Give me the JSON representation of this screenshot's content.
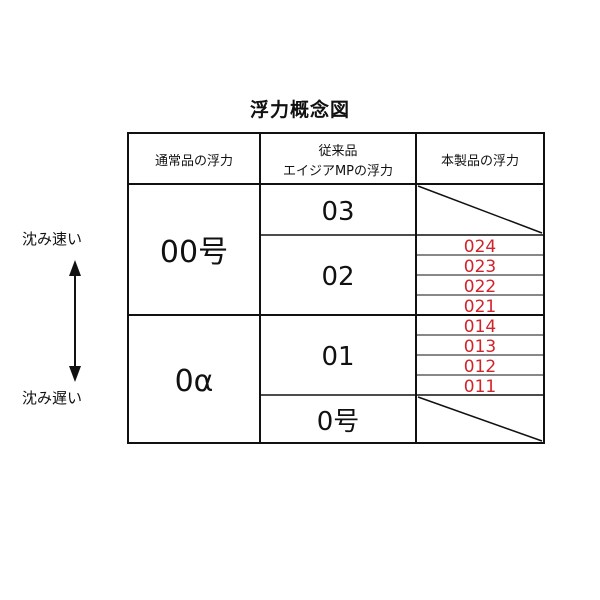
{
  "title": "浮力概念図",
  "headers": {
    "col1": "通常品の浮力",
    "col2_line1": "従来品",
    "col2_line2": "エイジアMPの浮力",
    "col3": "本製品の浮力"
  },
  "col1_cells": [
    "00号",
    "0α"
  ],
  "col2_cells": [
    "03",
    "02",
    "01",
    "0号"
  ],
  "col3_values": [
    "024",
    "023",
    "022",
    "021",
    "014",
    "013",
    "012",
    "011"
  ],
  "side": {
    "top_label": "沈み速い",
    "bottom_label": "沈み遅い"
  },
  "colors": {
    "line": "#111111",
    "accent_red": "#d2232a",
    "text": "#111111"
  }
}
